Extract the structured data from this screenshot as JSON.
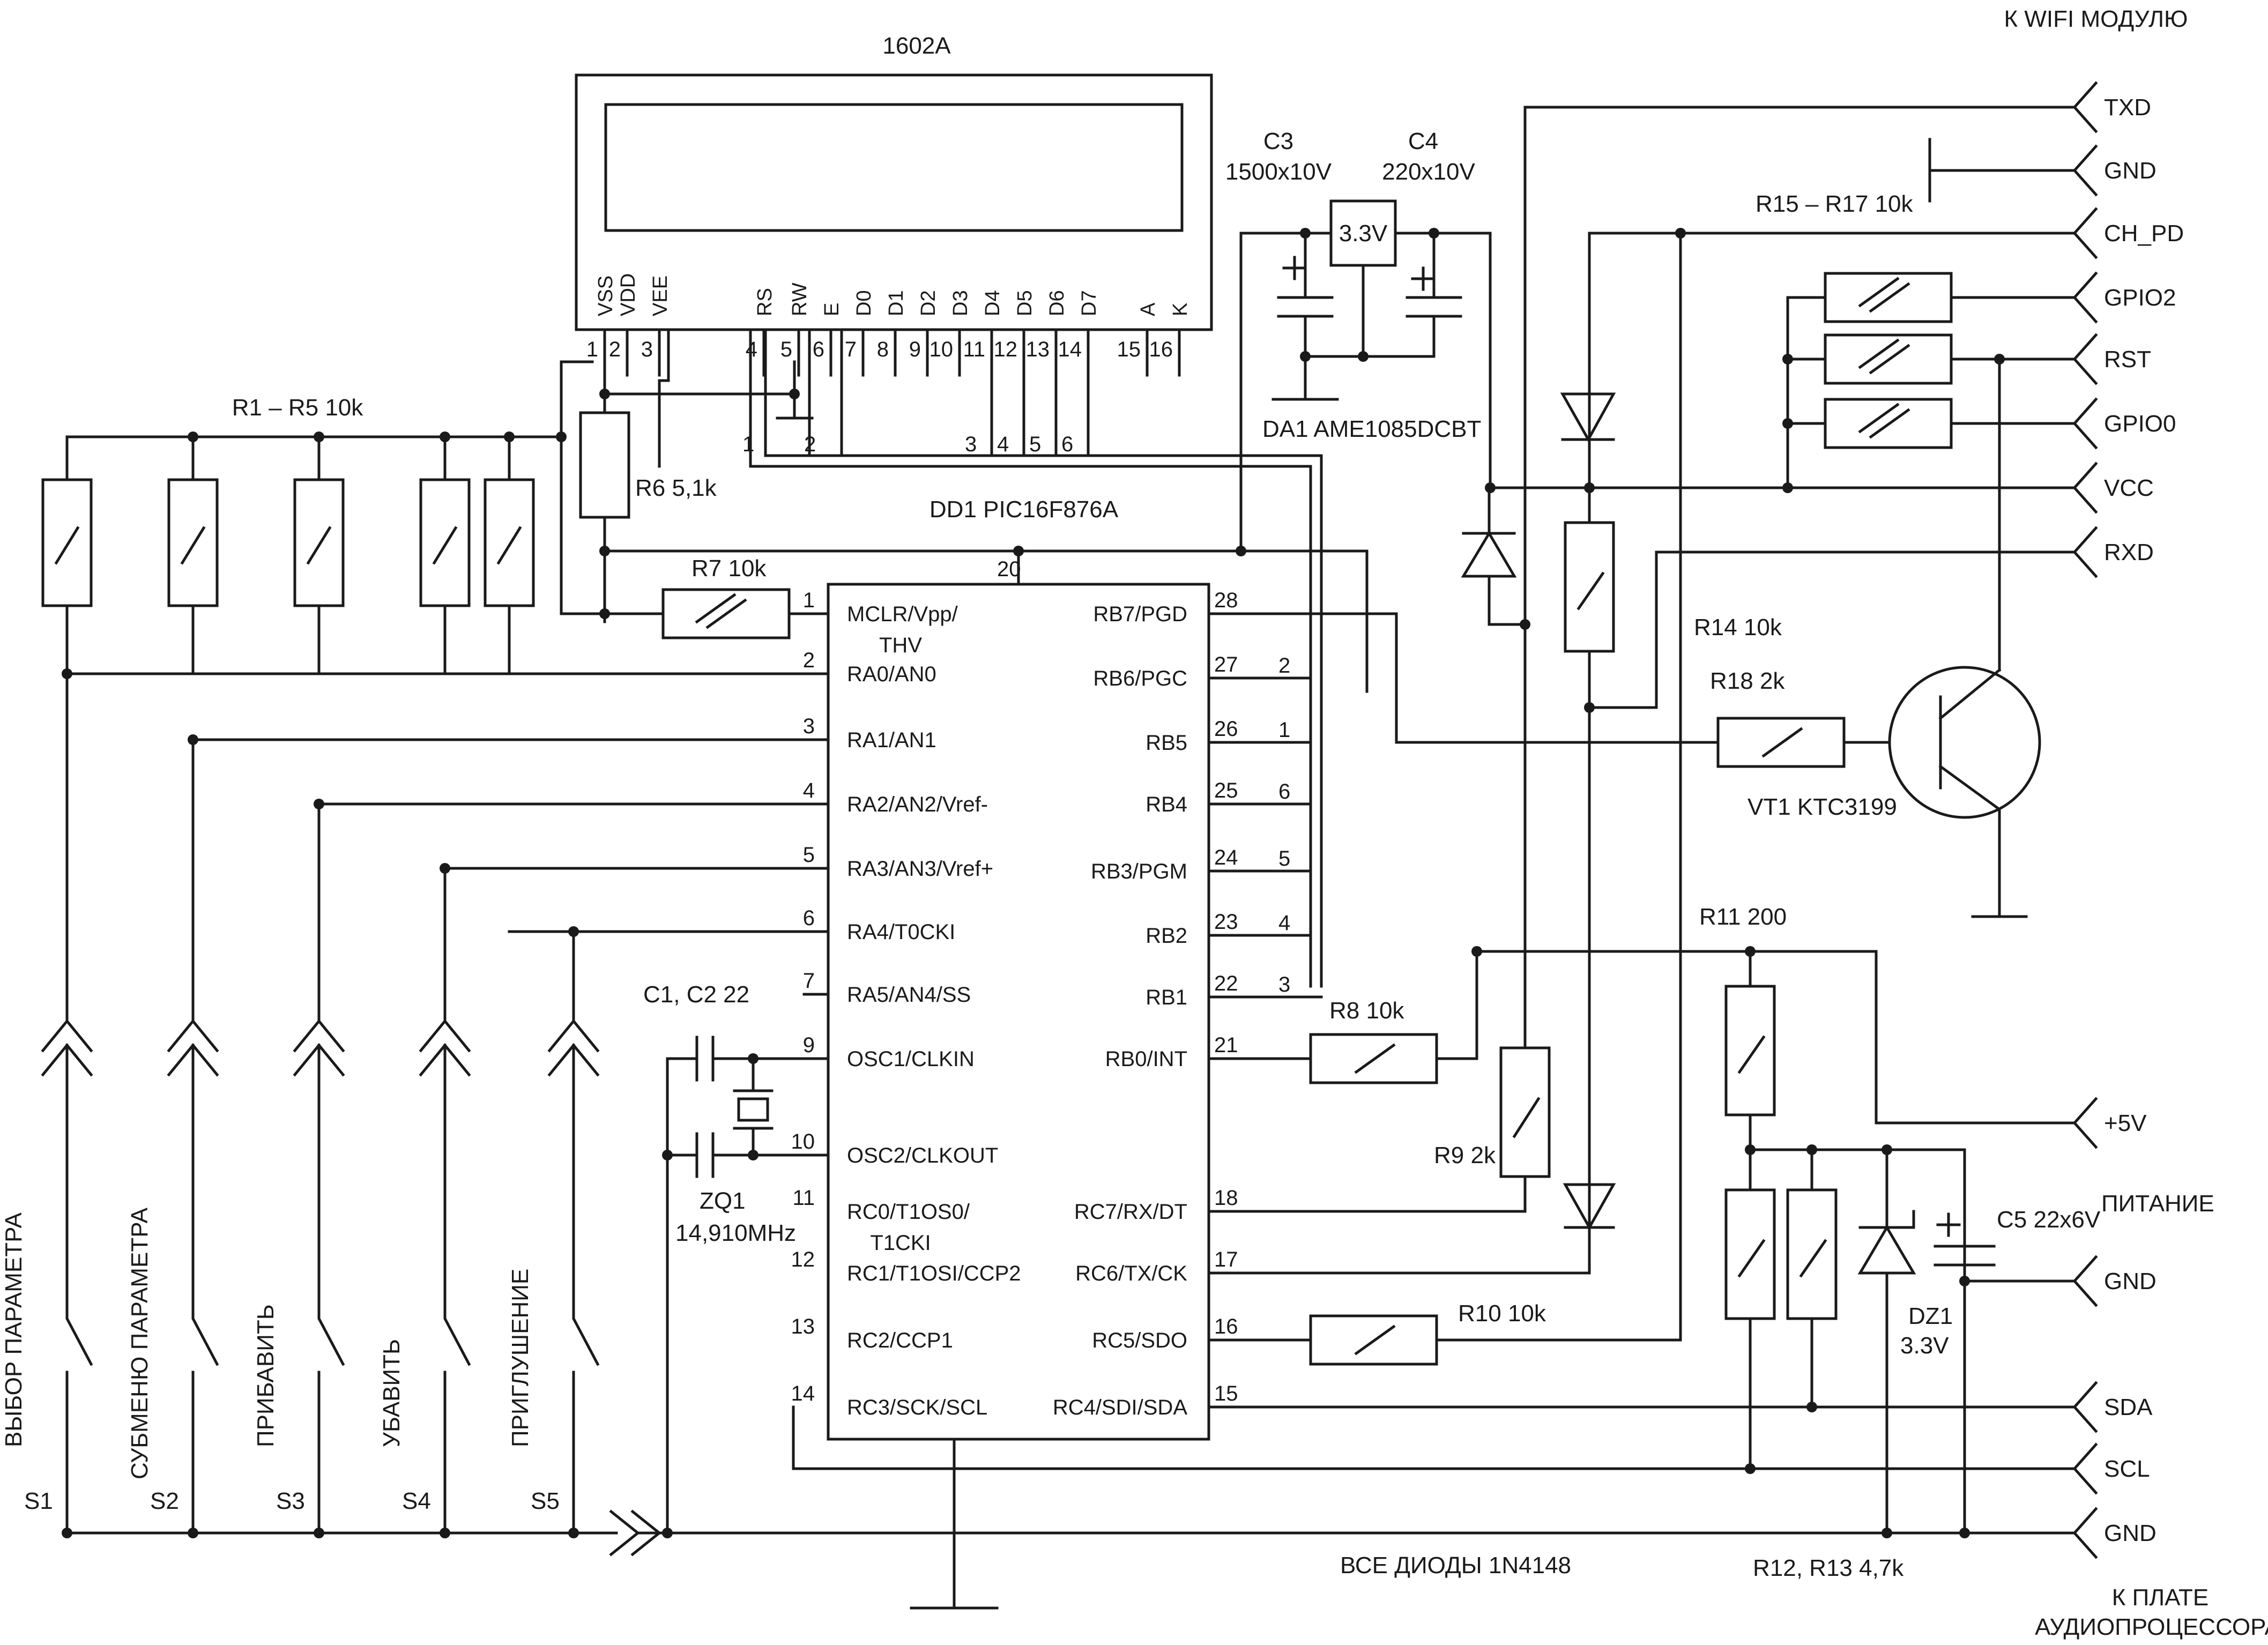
{
  "wifi_header": "К WIFI МОДУЛЮ",
  "lcd": {
    "name": "1602A",
    "pins": [
      "VSS",
      "VDD",
      "VEE",
      "RS",
      "RW",
      "E",
      "D0",
      "D1",
      "D2",
      "D3",
      "D4",
      "D5",
      "D6",
      "D7",
      "A",
      "K"
    ],
    "numbers": [
      "1",
      "2",
      "3",
      "4",
      "5",
      "6",
      "7",
      "8",
      "9",
      "10",
      "11",
      "12",
      "13",
      "14",
      "15",
      "16"
    ]
  },
  "mcu": {
    "name": "DD1 PIC16F876A",
    "vdd_pin": "20",
    "left_pins": [
      {
        "n": "1",
        "label": "MCLR/Vpp/",
        "label2": "THV"
      },
      {
        "n": "2",
        "label": "RA0/AN0"
      },
      {
        "n": "3",
        "label": "RA1/AN1"
      },
      {
        "n": "4",
        "label": "RA2/AN2/Vref-"
      },
      {
        "n": "5",
        "label": "RA3/AN3/Vref+"
      },
      {
        "n": "6",
        "label": "RA4/T0CKI"
      },
      {
        "n": "7",
        "label": "RA5/AN4/SS"
      },
      {
        "n": "9",
        "label": "OSC1/CLKIN"
      },
      {
        "n": "10",
        "label": "OSC2/CLKOUT"
      },
      {
        "n": "11",
        "label": "RC0/T1OS0/",
        "label2": "T1CKI"
      },
      {
        "n": "12",
        "label": "RC1/T1OSI/CCP2"
      },
      {
        "n": "13",
        "label": "RC2/CCP1"
      },
      {
        "n": "14",
        "label": "RC3/SCK/SCL"
      }
    ],
    "right_pins": [
      {
        "n": "28",
        "label": "RB7/PGD"
      },
      {
        "n": "27",
        "label": "RB6/PGC"
      },
      {
        "n": "26",
        "label": "RB5"
      },
      {
        "n": "25",
        "label": "RB4"
      },
      {
        "n": "24",
        "label": "RB3/PGM"
      },
      {
        "n": "23",
        "label": "RB2"
      },
      {
        "n": "22",
        "label": "RB1"
      },
      {
        "n": "21",
        "label": "RB0/INT"
      },
      {
        "n": "18",
        "label": "RC7/RX/DT"
      },
      {
        "n": "17",
        "label": "RC6/TX/CK"
      },
      {
        "n": "16",
        "label": "RC5/SDO"
      },
      {
        "n": "15",
        "label": "RC4/SDI/SDA"
      }
    ],
    "lcd_bus_numbers": [
      "1",
      "2",
      "3",
      "4",
      "5",
      "6"
    ],
    "rb_bus_numbers": [
      "2",
      "1",
      "6",
      "5",
      "4",
      "3"
    ]
  },
  "labels": {
    "r1_r5": "R1 – R5 10k",
    "r6": "R6 5,1k",
    "r7": "R7 10k",
    "r8": "R8 10k",
    "r9": "R9 2k",
    "r10": "R10 10k",
    "r11": "R11 200",
    "r12_r13": "R12, R13 4,7k",
    "r14": "R14 10k",
    "r15_r17": "R15 – R17 10k",
    "r18": "R18 2k",
    "c1_c2": "C1, C2 22",
    "zq1": "ZQ1",
    "zq1_freq": "14,910MHz",
    "c3": "C3",
    "c3_value": "1500x10V",
    "c4": "C4",
    "c4_value": "220x10V",
    "c5": "C5 22x6V",
    "reg": "3.3V",
    "da1": "DA1 AME1085DCBT",
    "vt1": "VT1 KTC3199",
    "dz1": "DZ1",
    "dz1_value": "3.3V",
    "diodes_note": "ВСЕ ДИОДЫ 1N4148",
    "power": "ПИТАНИЕ",
    "to_board_1": "К ПЛАТЕ",
    "to_board_2": "АУДИОПРОЦЕССОРА"
  },
  "wifi_connector": [
    "TXD",
    "GND",
    "CH_PD",
    "GPIO2",
    "RST",
    "GPIO0",
    "VCC",
    "RXD"
  ],
  "power_connector": [
    "+5V",
    "GND"
  ],
  "board_connector": [
    "SDA",
    "SCL",
    "GND"
  ],
  "switches": [
    {
      "id": "S1",
      "label": "ВЫБОР ПАРАМЕТРА"
    },
    {
      "id": "S2",
      "label": "СУБМЕНЮ ПАРАМЕТРА"
    },
    {
      "id": "S3",
      "label": "ПРИБАВИТЬ"
    },
    {
      "id": "S4",
      "label": "УБАВИТЬ"
    },
    {
      "id": "S5",
      "label": "ПРИГЛУШЕНИЕ"
    }
  ]
}
